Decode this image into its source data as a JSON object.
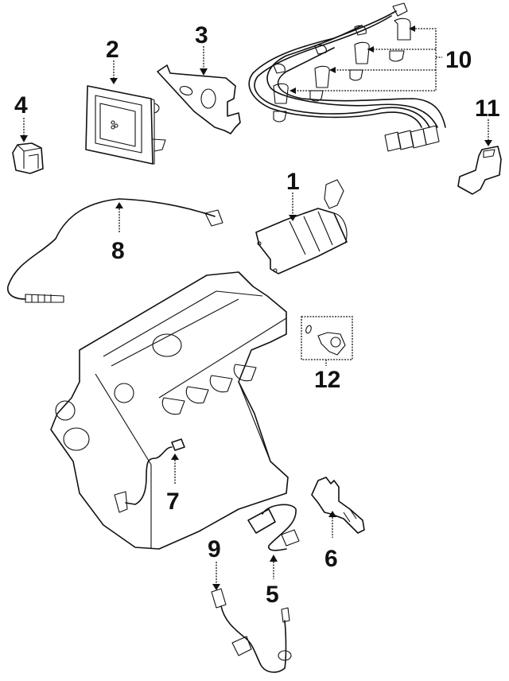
{
  "diagram": {
    "type": "exploded-parts-diagram",
    "subject": "Engine ignition / emission sensors",
    "callouts": [
      {
        "id": "1",
        "label": "1",
        "part": "ignition-coil-pack"
      },
      {
        "id": "2",
        "label": "2",
        "part": "engine-control-module"
      },
      {
        "id": "3",
        "label": "3",
        "part": "ecm-mounting-bracket"
      },
      {
        "id": "4",
        "label": "4",
        "part": "relay"
      },
      {
        "id": "5",
        "label": "5",
        "part": "camshaft-position-sensor"
      },
      {
        "id": "6",
        "label": "6",
        "part": "sensor-bracket"
      },
      {
        "id": "7",
        "label": "7",
        "part": "knock-sensor"
      },
      {
        "id": "8",
        "label": "8",
        "part": "upper-oxygen-sensor"
      },
      {
        "id": "9",
        "label": "9",
        "part": "lower-oxygen-sensor"
      },
      {
        "id": "10",
        "label": "10",
        "part": "spark-plug-wire-set-and-spark-plugs"
      },
      {
        "id": "11",
        "label": "11",
        "part": "ignition-module"
      },
      {
        "id": "12",
        "label": "12",
        "part": "crankshaft-position-sensor-kit"
      }
    ]
  }
}
